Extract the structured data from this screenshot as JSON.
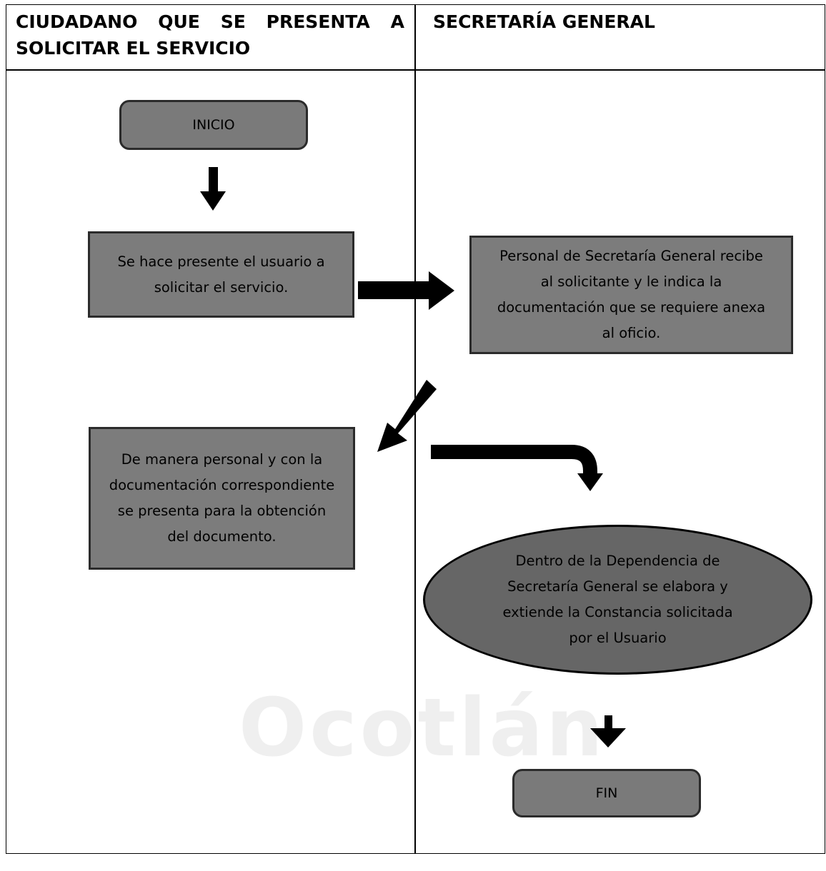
{
  "lanes": {
    "left": "CIUDADANO QUE SE PRESENTA A SOLICITAR EL SERVICIO",
    "right": "SECRETARÍA GENERAL"
  },
  "nodes": {
    "inicio": "INICIO",
    "step1": "Se hace presente el usuario a solicitar el servicio.",
    "step2": "Personal de Secretaría General recibe al solicitante y le indica la documentación que se requiere anexa al oficio.",
    "step3": "De manera personal y con la documentación correspondiente se presenta para la obtención del documento.",
    "step4": "Dentro de la Dependencia de Secretaría General se elabora y extiende la Constancia solicitada por el Usuario",
    "fin": "FIN"
  },
  "watermark": "Ocotlán",
  "colors": {
    "box_fill": "#7c7c7c",
    "ellipse_fill": "#666666",
    "arrow": "#000000"
  }
}
